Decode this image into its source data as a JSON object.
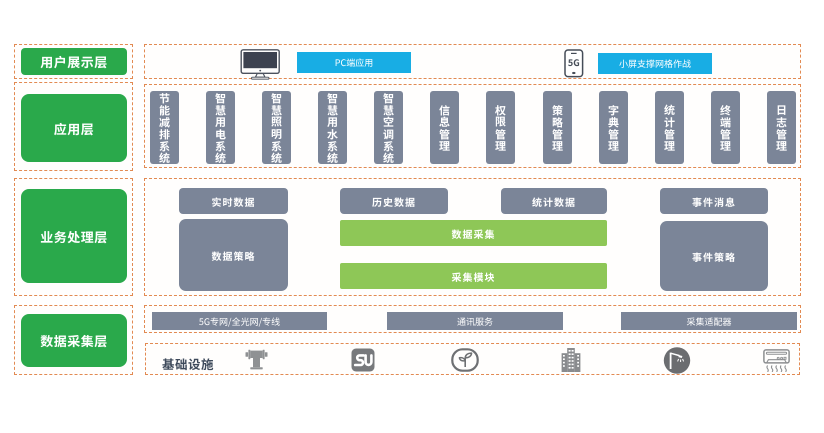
{
  "colors": {
    "layer_green": "#2aa94b",
    "module_slate": "#7b8598",
    "module_lime": "#8ec757",
    "app_cyan": "#18ade4",
    "dashed_border": "#e28a52",
    "infra_text": "#3e4a5b"
  },
  "left_labels": [
    {
      "label": "用户展示层"
    },
    {
      "label": "应用层"
    },
    {
      "label": "业务处理层"
    },
    {
      "label": "数据采集层"
    }
  ],
  "user_display_layer": {
    "pc_app": "PC端应用",
    "phone_badge": "5G",
    "mobile_app": "小屏支撑网格作战"
  },
  "application_layer": {
    "systems": [
      "节能减排系统",
      "智慧用电系统",
      "智慧照明系统",
      "智慧用水系统",
      "智慧空调系统",
      "信息管理",
      "权限管理",
      "策略管理",
      "字典管理",
      "统计管理",
      "终端管理",
      "日志管理"
    ]
  },
  "business_layer": {
    "realtime_data": "实时数据",
    "history_data": "历史数据",
    "stats_data": "统计数据",
    "event_message": "事件消息",
    "data_strategy": "数据策略",
    "data_collection": "数据采集",
    "collection_module": "采集模块",
    "event_strategy": "事件策略"
  },
  "collection_layer": {
    "network": "5G专网/全光网/专线",
    "comm_service": "通讯服务",
    "adapter": "采集适配器"
  },
  "infrastructure": {
    "label": "基础设施",
    "icons": [
      "pipe",
      "su-logo",
      "sprout",
      "building",
      "street-lamp",
      "air-conditioner"
    ]
  }
}
